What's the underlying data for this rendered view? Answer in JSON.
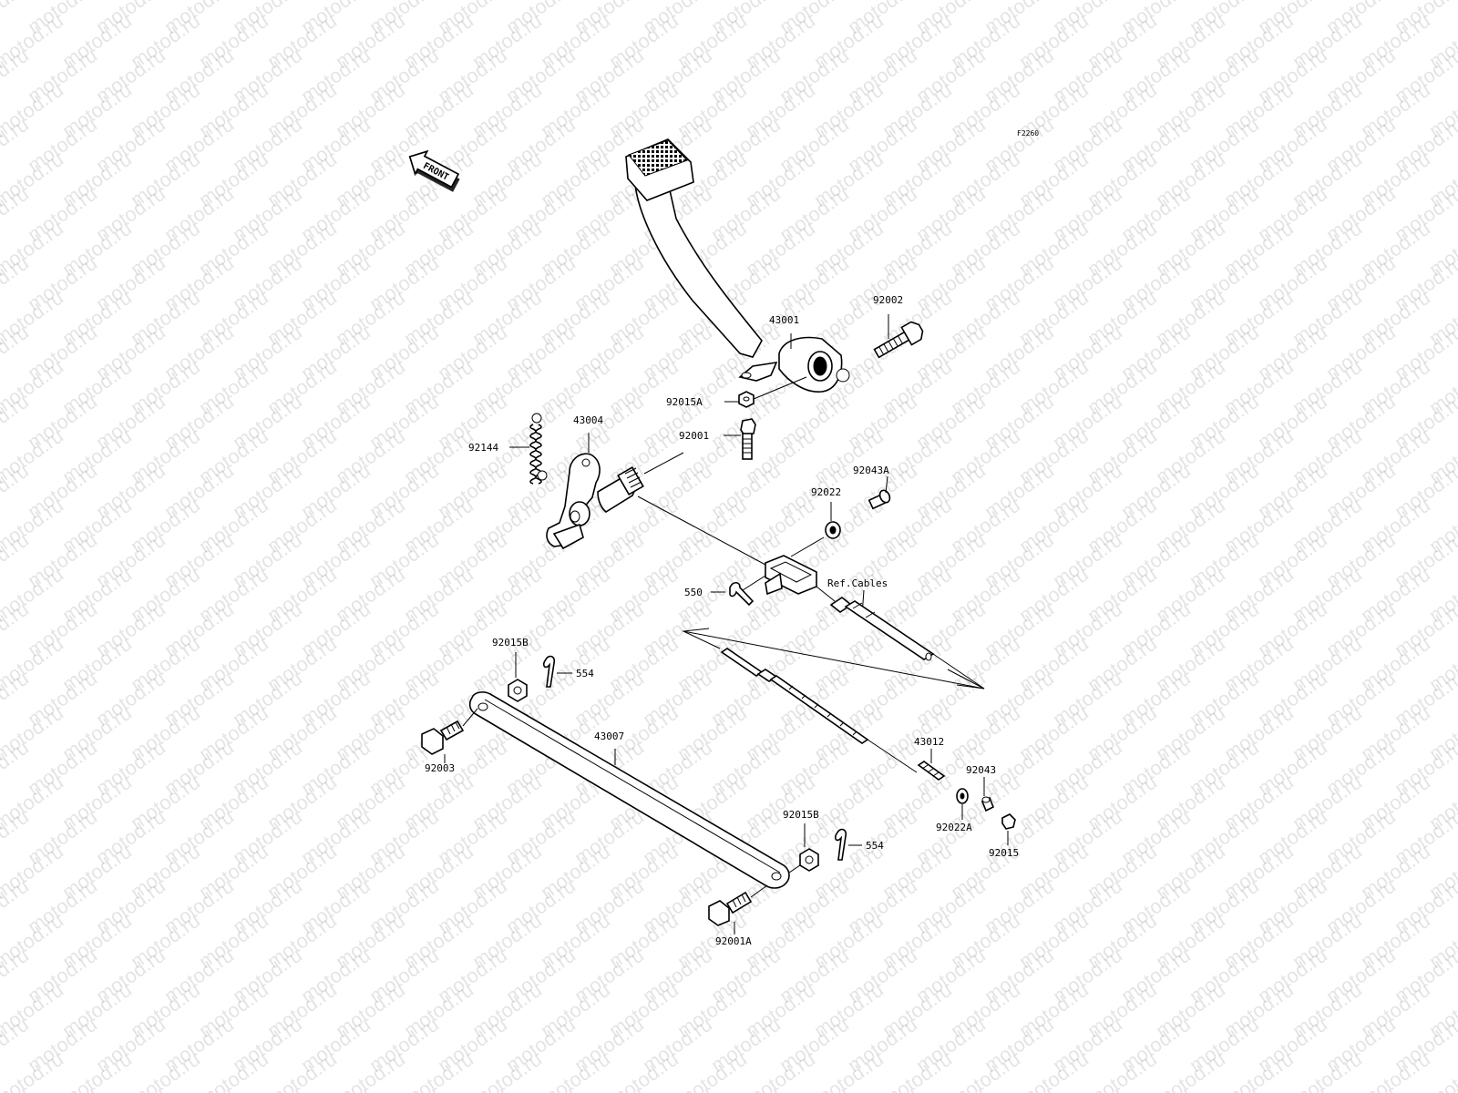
{
  "diagram": {
    "code": "F2260",
    "front_label": "FRONT",
    "watermark": "motod.ru",
    "labels": {
      "p43001": "43001",
      "p92002": "92002",
      "p92015A": "92015A",
      "p43004": "43004",
      "p92001": "92001",
      "p92144": "92144",
      "p92043A": "92043A",
      "p92022": "92022",
      "p550": "550",
      "refcables": "Ref.Cables",
      "p92015B_top": "92015B",
      "p554_top": "554",
      "p43007": "43007",
      "p92003": "92003",
      "p43012": "43012",
      "p92043": "92043",
      "p92022A": "92022A",
      "p92015": "92015",
      "p92015B_bot": "92015B",
      "p554_bot": "554",
      "p92001A": "92001A"
    }
  }
}
